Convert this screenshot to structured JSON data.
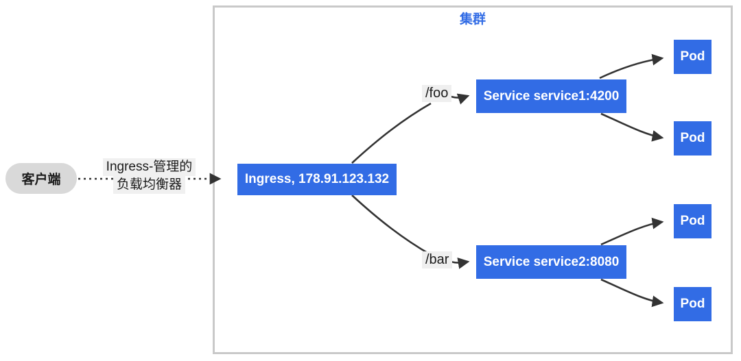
{
  "title": "集群",
  "client": {
    "label": "客户端"
  },
  "lb_label": {
    "line1": "Ingress-管理的",
    "line2": "负载均衡器"
  },
  "ingress": {
    "label": "Ingress, 178.91.123.132"
  },
  "routes": [
    {
      "path": "/foo",
      "service": "Service service1:4200",
      "pods": [
        "Pod",
        "Pod"
      ]
    },
    {
      "path": "/bar",
      "service": "Service service2:8080",
      "pods": [
        "Pod",
        "Pod"
      ]
    }
  ],
  "colors": {
    "node_blue": "#326ce5",
    "client_gray": "#d9d9d9",
    "label_bg": "#f0f0f0",
    "cluster_border": "#c9c9c9",
    "cluster_title": "#326ce5",
    "arrow": "#333333"
  }
}
